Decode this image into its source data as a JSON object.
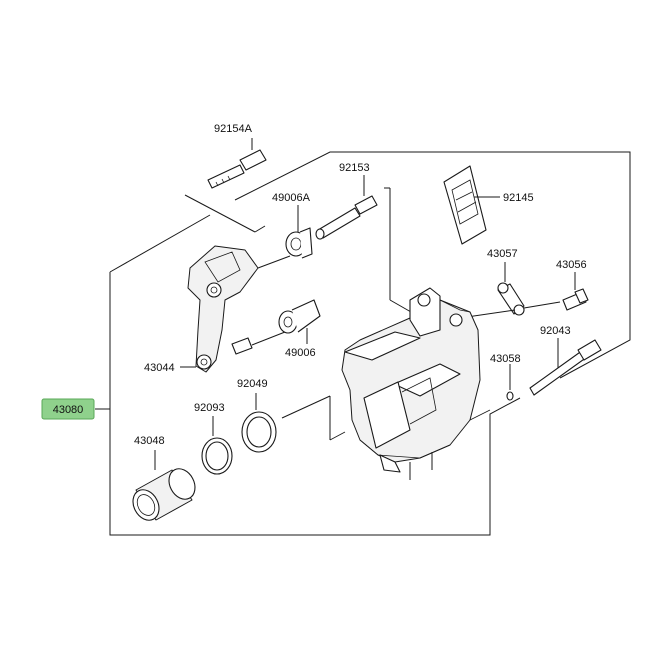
{
  "labels": {
    "assembly": "43080",
    "bolt_top": "92154A",
    "pin_a": "92153",
    "boot_a": "49006A",
    "spring_clip": "92145",
    "link": "43057",
    "bleeder": "43056",
    "pin_b": "92043",
    "small_part": "43058",
    "bracket": "43044",
    "boot_b": "49006",
    "seal_large": "92049",
    "seal_small": "92093",
    "piston": "43048"
  },
  "colors": {
    "assembly_highlight": "#8fd18c",
    "line": "#1a1a1a"
  }
}
